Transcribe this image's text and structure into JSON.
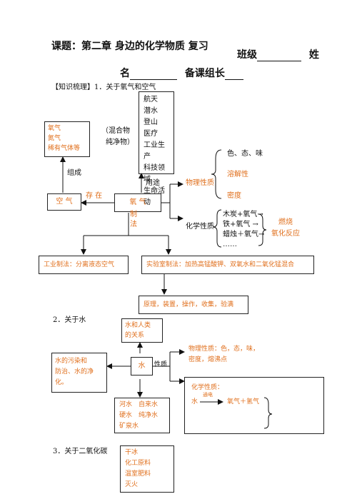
{
  "header": {
    "title": "课题：第二章 身边的化学物质 复习",
    "class_label": "班级",
    "name_prefix": "姓",
    "name_label": "名",
    "leader_label": "备课组长"
  },
  "section1": {
    "heading": "【知识梳理】1．关于氧气和空气",
    "air_components": [
      "氧气",
      "氮气",
      "稀有气体等"
    ],
    "mixture_note": [
      "（混合物",
      "纯净物）"
    ],
    "uses_list": [
      "航天",
      "潜水",
      "登山",
      "医疗",
      "工业生产",
      "科技领域",
      "生命活动"
    ],
    "label_composition": "组成",
    "label_use": "用途",
    "air": "空 气",
    "oxygen": "氧 气",
    "label_exist": "存 在",
    "label_prep": [
      "制",
      "法"
    ],
    "physical_props_label": "物理性质",
    "physical_props": [
      "色、态、味",
      "溶解性",
      "密度"
    ],
    "chemical_props_label": "化学性质",
    "reactions": [
      "木炭+氧气→",
      "铁+氧气 →",
      "蜡烛＋氧气→",
      "……"
    ],
    "reaction_types": [
      "燃烧",
      "氧化反应"
    ],
    "industrial_prep": "工业制法：分离液态空气",
    "lab_prep": "实验室制法：加热高锰酸钾、双氧水和二氧化锰混合",
    "lab_steps": "原理，装置，操作，收集，验满"
  },
  "section2": {
    "heading": "2．关于水",
    "relation": [
      "水和人类",
      "的关系"
    ],
    "pollution": [
      "水的污染和",
      "防治、水的净",
      "化。"
    ],
    "water": "水",
    "props_label": "性质",
    "physical": [
      "物理性质：色，态，味，",
      "密度，熔沸点"
    ],
    "chemical_label": "化学性质：",
    "electrolysis_lhs": "水",
    "electrolysis_cond": "通电",
    "electrolysis_rhs": "氧气＋氢气",
    "water_types": [
      "河水　自来水",
      "硬水　纯净水",
      "矿泉水"
    ]
  },
  "section3": {
    "heading": "3．关于二氧化碳",
    "uses": [
      "干冰",
      "化工原料",
      "温室肥料",
      "灭火"
    ]
  }
}
